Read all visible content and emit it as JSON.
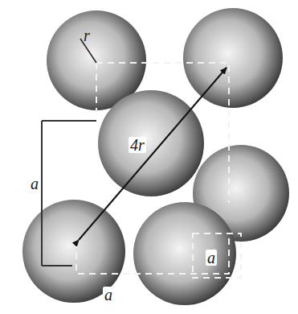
{
  "diagram": {
    "labels": [
      "r",
      "a",
      "4r",
      "a",
      "a"
    ]
  }
}
